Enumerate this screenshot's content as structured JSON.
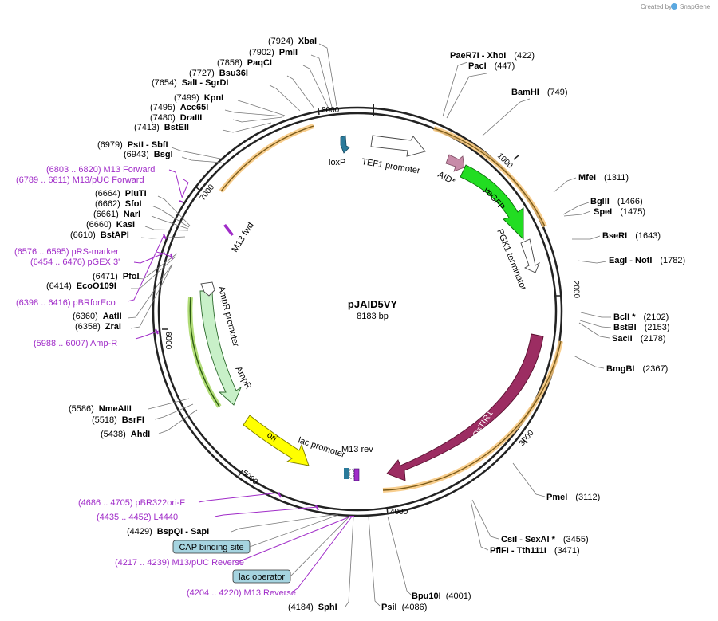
{
  "credit": "Created by",
  "brand": "SnapGene",
  "plasmid": {
    "name": "pJAID5VY",
    "length_label": "8183 bp"
  },
  "tick_labels": [
    "1000",
    "2000",
    "3000",
    "4000",
    "5000",
    "6000",
    "7000",
    "8000"
  ],
  "sites": [
    {
      "pos": "(7924)",
      "name": "XbaI"
    },
    {
      "pos": "(7902)",
      "name": "PmlI"
    },
    {
      "pos": "(7858)",
      "name": "PaqCI"
    },
    {
      "pos": "(7727)",
      "name": "Bsu36I"
    },
    {
      "pos": "(7654)",
      "name": "SalI   - SgrDI"
    },
    {
      "pos": "(7499)",
      "name": "KpnI"
    },
    {
      "pos": "(7495)",
      "name": "Acc65I"
    },
    {
      "pos": "(7480)",
      "name": "DraIII"
    },
    {
      "pos": "(7413)",
      "name": "BstEII"
    },
    {
      "pos": "(6979)",
      "name": "PstI   - SbfI"
    },
    {
      "pos": "(6943)",
      "name": "BsgI"
    },
    {
      "pos": "(6664)",
      "name": "PluTI"
    },
    {
      "pos": "(6662)",
      "name": "SfoI"
    },
    {
      "pos": "(6661)",
      "name": "NarI"
    },
    {
      "pos": "(6660)",
      "name": "KasI"
    },
    {
      "pos": "(6610)",
      "name": "BstAPI"
    },
    {
      "pos": "(6471)",
      "name": "PfoI"
    },
    {
      "pos": "(6414)",
      "name": "EcoO109I"
    },
    {
      "pos": "(6360)",
      "name": "AatII"
    },
    {
      "pos": "(6358)",
      "name": "ZraI"
    },
    {
      "pos": "(5586)",
      "name": "NmeAIII"
    },
    {
      "pos": "(5518)",
      "name": "BsrFI"
    },
    {
      "pos": "(5438)",
      "name": "AhdI"
    },
    {
      "pos": "(4429)",
      "name": "BspQI   - SapI"
    },
    {
      "pos": "(4184)",
      "name": "SphI"
    },
    {
      "pos": "(4086)",
      "name": "PsiI"
    },
    {
      "pos": "(4001)",
      "name": "Bpu10I"
    },
    {
      "pos": "(422)",
      "name": "PaeR7I   - XhoI"
    },
    {
      "pos": "(447)",
      "name": "PacI"
    },
    {
      "pos": "(749)",
      "name": "BamHI"
    },
    {
      "pos": "(1311)",
      "name": "MfeI"
    },
    {
      "pos": "(1466)",
      "name": "BglII"
    },
    {
      "pos": "(1475)",
      "name": "SpeI"
    },
    {
      "pos": "(1643)",
      "name": "BseRI"
    },
    {
      "pos": "(1782)",
      "name": "EagI   - NotI"
    },
    {
      "pos": "(2102)",
      "name": "BclI *"
    },
    {
      "pos": "(2153)",
      "name": "BstBI"
    },
    {
      "pos": "(2178)",
      "name": "SacII"
    },
    {
      "pos": "(2367)",
      "name": "BmgBI"
    },
    {
      "pos": "(3112)",
      "name": "PmeI"
    },
    {
      "pos": "(3455)",
      "name": "CsiI   - SexAI *"
    },
    {
      "pos": "(3471)",
      "name": "PflFI   - Tth111I"
    }
  ],
  "primers": [
    "(6803 .. 6820)  M13 Forward",
    "(6789 .. 6811)  M13/pUC Forward",
    "(6576 .. 6595)  pRS-marker",
    "(6454 .. 6476)  pGEX 3'",
    "(6398 .. 6416)  pBRforEco",
    "(5988 .. 6007)  Amp-R",
    "(4686 .. 4705)  pBR322ori-F",
    "(4435 .. 4452)  L4440",
    "(4217 .. 4239)  M13/pUC Reverse",
    "(4204 .. 4220)  M13 Reverse"
  ],
  "boxes": [
    "CAP binding site",
    "lac operator"
  ],
  "features": [
    "loxP",
    "TEF1 promoter",
    "AID*",
    "yeGFP",
    "PGK1 terminator",
    "OsTIR1",
    "M13 rev",
    "lac promoter",
    "ori",
    "AmpR",
    "AmpR promoter",
    "M13 fwd"
  ],
  "colors": {
    "backbone": "#222222",
    "label_line": "#777777",
    "primer": "#a02cc8",
    "orf_highlight": "#f7c57a",
    "orf_line": "#7a5a18",
    "ampr_highlight": "#a8d868",
    "loxP": "#2a7a9a",
    "AID": "#c78ba8",
    "yeGFP": "#22dd22",
    "OsTIR1": "#9c2d62",
    "ori": "#ffff00",
    "AmpR": "#c8f0c8",
    "box": "#a6d4e0"
  }
}
